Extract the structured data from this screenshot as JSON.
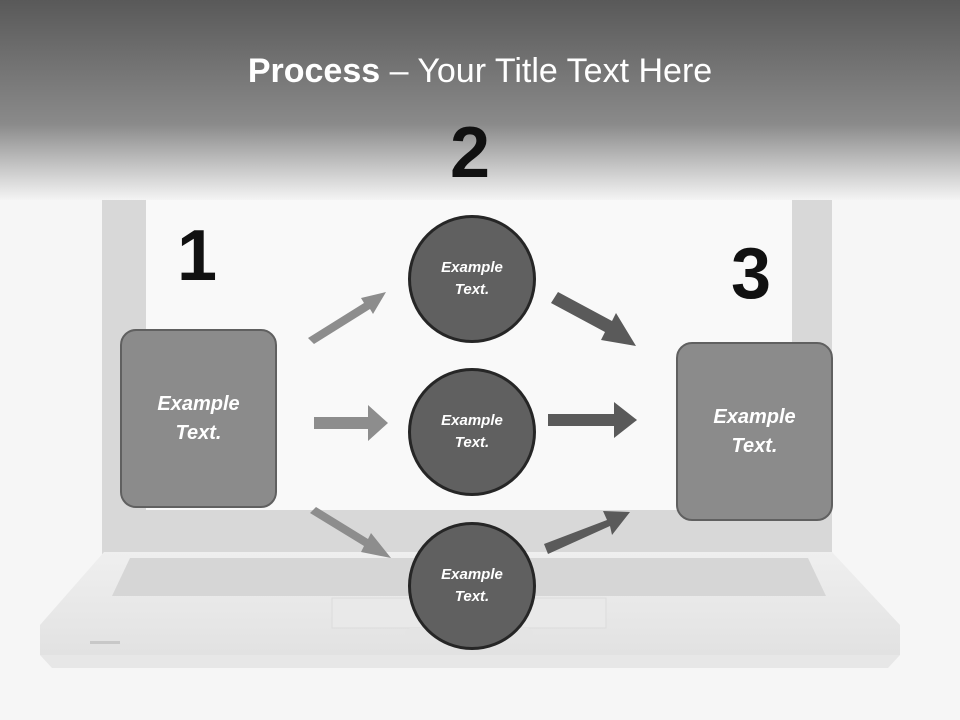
{
  "title": {
    "bold": "Process",
    "rest": " – Your Title Text Here"
  },
  "numbers": [
    "1",
    "2",
    "3"
  ],
  "left_box": {
    "line1": "Example",
    "line2": "Text."
  },
  "right_box": {
    "line1": "Example",
    "line2": "Text."
  },
  "circles": [
    {
      "line1": "Example",
      "line2": "Text."
    },
    {
      "line1": "Example",
      "line2": "Text."
    },
    {
      "line1": "Example",
      "line2": "Text."
    }
  ],
  "colors": {
    "header_dark": "#5e5e5e",
    "box_fill": "#8b8b8b",
    "circle_fill": "#606060",
    "arrow_light": "#8d8d8d",
    "arrow_dark": "#5a5a5a"
  }
}
